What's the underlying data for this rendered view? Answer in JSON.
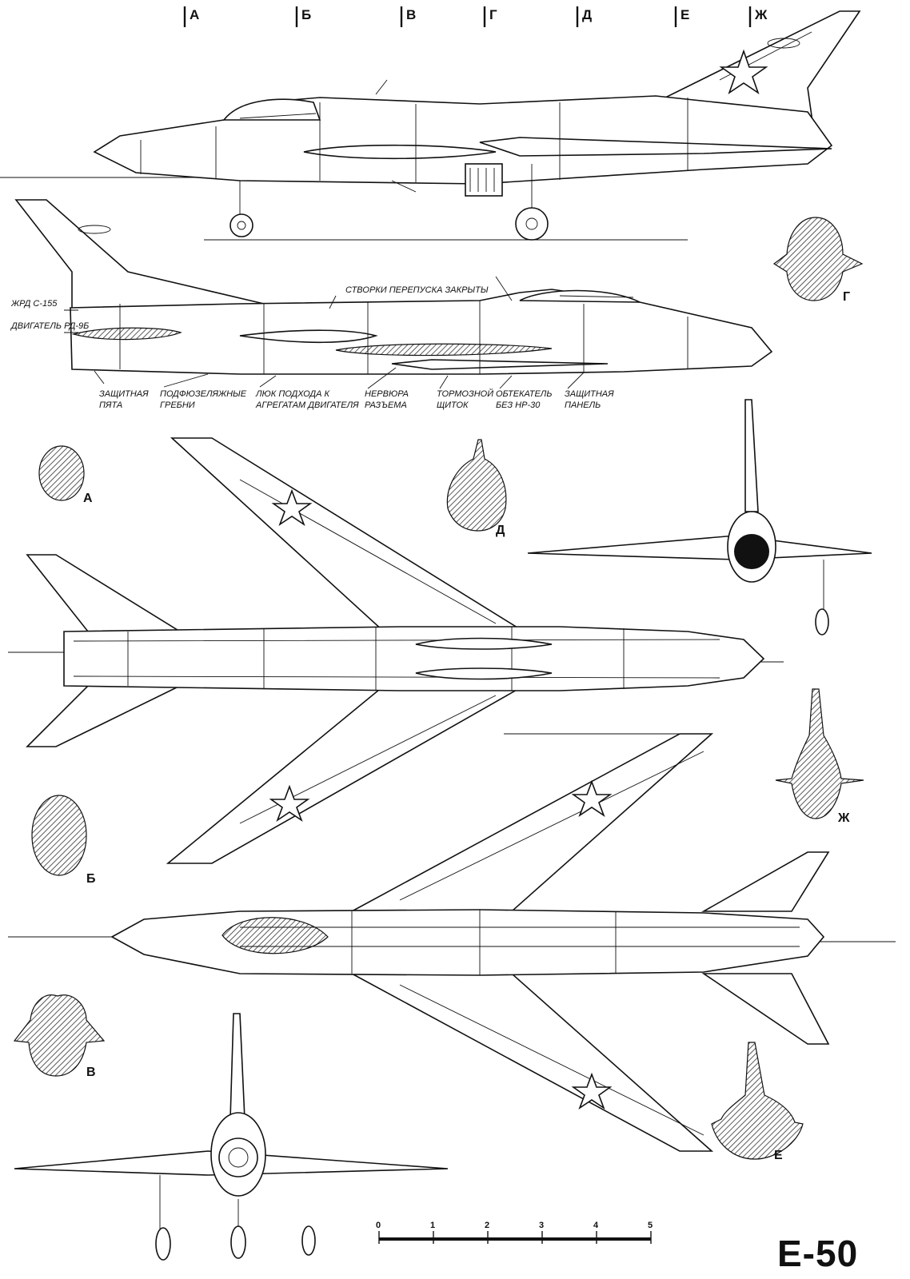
{
  "title": "Е-50",
  "station_marks": [
    "А",
    "Б",
    "В",
    "Г",
    "Д",
    "Е",
    "Ж"
  ],
  "callouts": {
    "bypass_doors": "СТВОРКИ ПЕРЕПУСКА ЗАКРЫТЫ",
    "rocket_engine": "ЖРД С-155",
    "engine": "ДВИГАТЕЛЬ РД-9Б",
    "heel_1": "ЗАЩИТНАЯ",
    "heel_2": "ПЯТА",
    "ridges_1": "ПОДФЮЗЕЛЯЖНЫЕ",
    "ridges_2": "ГРЕБНИ",
    "hatch_1": "ЛЮК ПОДХОДА К",
    "hatch_2": "АГРЕГАТАМ ДВИГАТЕЛЯ",
    "rib_1": "НЕРВЮРА",
    "rib_2": "РАЗЪЕМА",
    "brake_1": "ТОРМОЗНОЙ",
    "brake_2": "ЩИТОК",
    "fairing_1": "ОБТЕКАТЕЛЬ",
    "fairing_2": "БЕЗ НР-30",
    "panel_1": "ЗАЩИТНАЯ",
    "panel_2": "ПАНЕЛЬ"
  },
  "sections": [
    "А",
    "Б",
    "В",
    "Г",
    "Д",
    "Е",
    "Ж"
  ],
  "scale": {
    "ticks": [
      "0",
      "1",
      "2",
      "3",
      "4",
      "5"
    ]
  }
}
